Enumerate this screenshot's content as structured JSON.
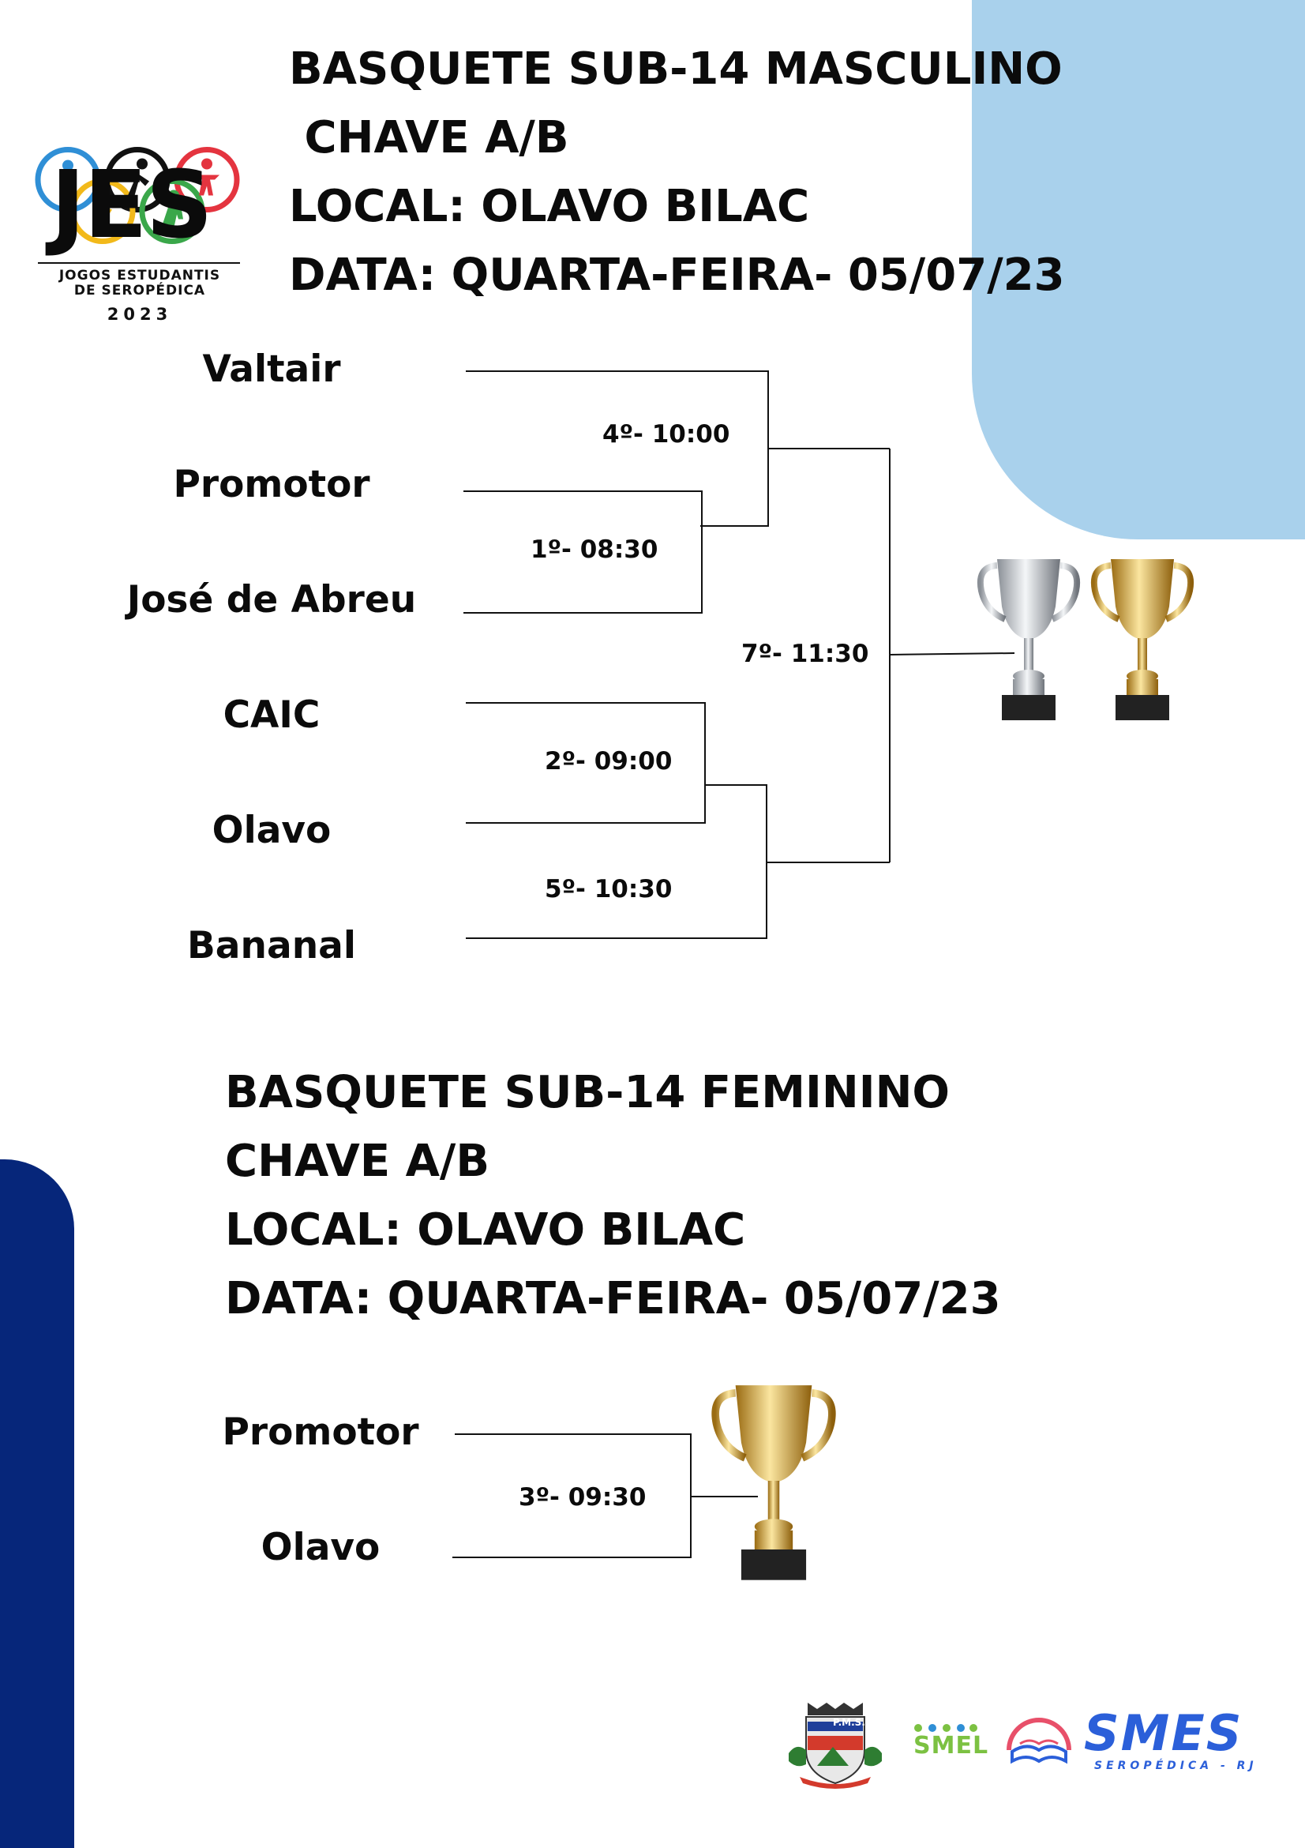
{
  "logo": {
    "jes": "JES",
    "subtitle_line1": "JOGOS ESTUDANTIS",
    "subtitle_line2": "DE SEROPÉDICA",
    "year": "2023",
    "icon": "olympic-rings-sports-icon"
  },
  "masculino": {
    "title": "BASQUETE SUB-14 MASCULINO",
    "chave": " CHAVE A/B",
    "local": "LOCAL: OLAVO BILAC",
    "data": "DATA: QUARTA-FEIRA- 05/07/23",
    "teams": [
      "Valtair",
      "Promotor",
      "José de Abreu",
      "CAIC",
      "Olavo",
      "Bananal"
    ],
    "games": {
      "g1": "1º- 08:30",
      "g2": "2º- 09:00",
      "g4": "4º- 10:00",
      "g5": "5º- 10:30",
      "g7": "7º- 11:30"
    }
  },
  "feminino": {
    "title": "BASQUETE SUB-14 FEMININO",
    "chave": "CHAVE A/B",
    "local": "LOCAL: OLAVO BILAC",
    "data": "DATA: QUARTA-FEIRA- 05/07/23",
    "teams": [
      "Promotor",
      "Olavo"
    ],
    "games": {
      "g3": "3º- 09:30"
    }
  },
  "footer": {
    "pms": "P.M.S.",
    "smel": "SMEL",
    "smes": "SMES",
    "smes_sub": "SEROPÉDICA - RJ"
  },
  "colors": {
    "light_blue": "#a9d1ec",
    "navy": "#06267a",
    "smes_blue": "#2b5fd9",
    "smel_green": "#7cc142"
  }
}
